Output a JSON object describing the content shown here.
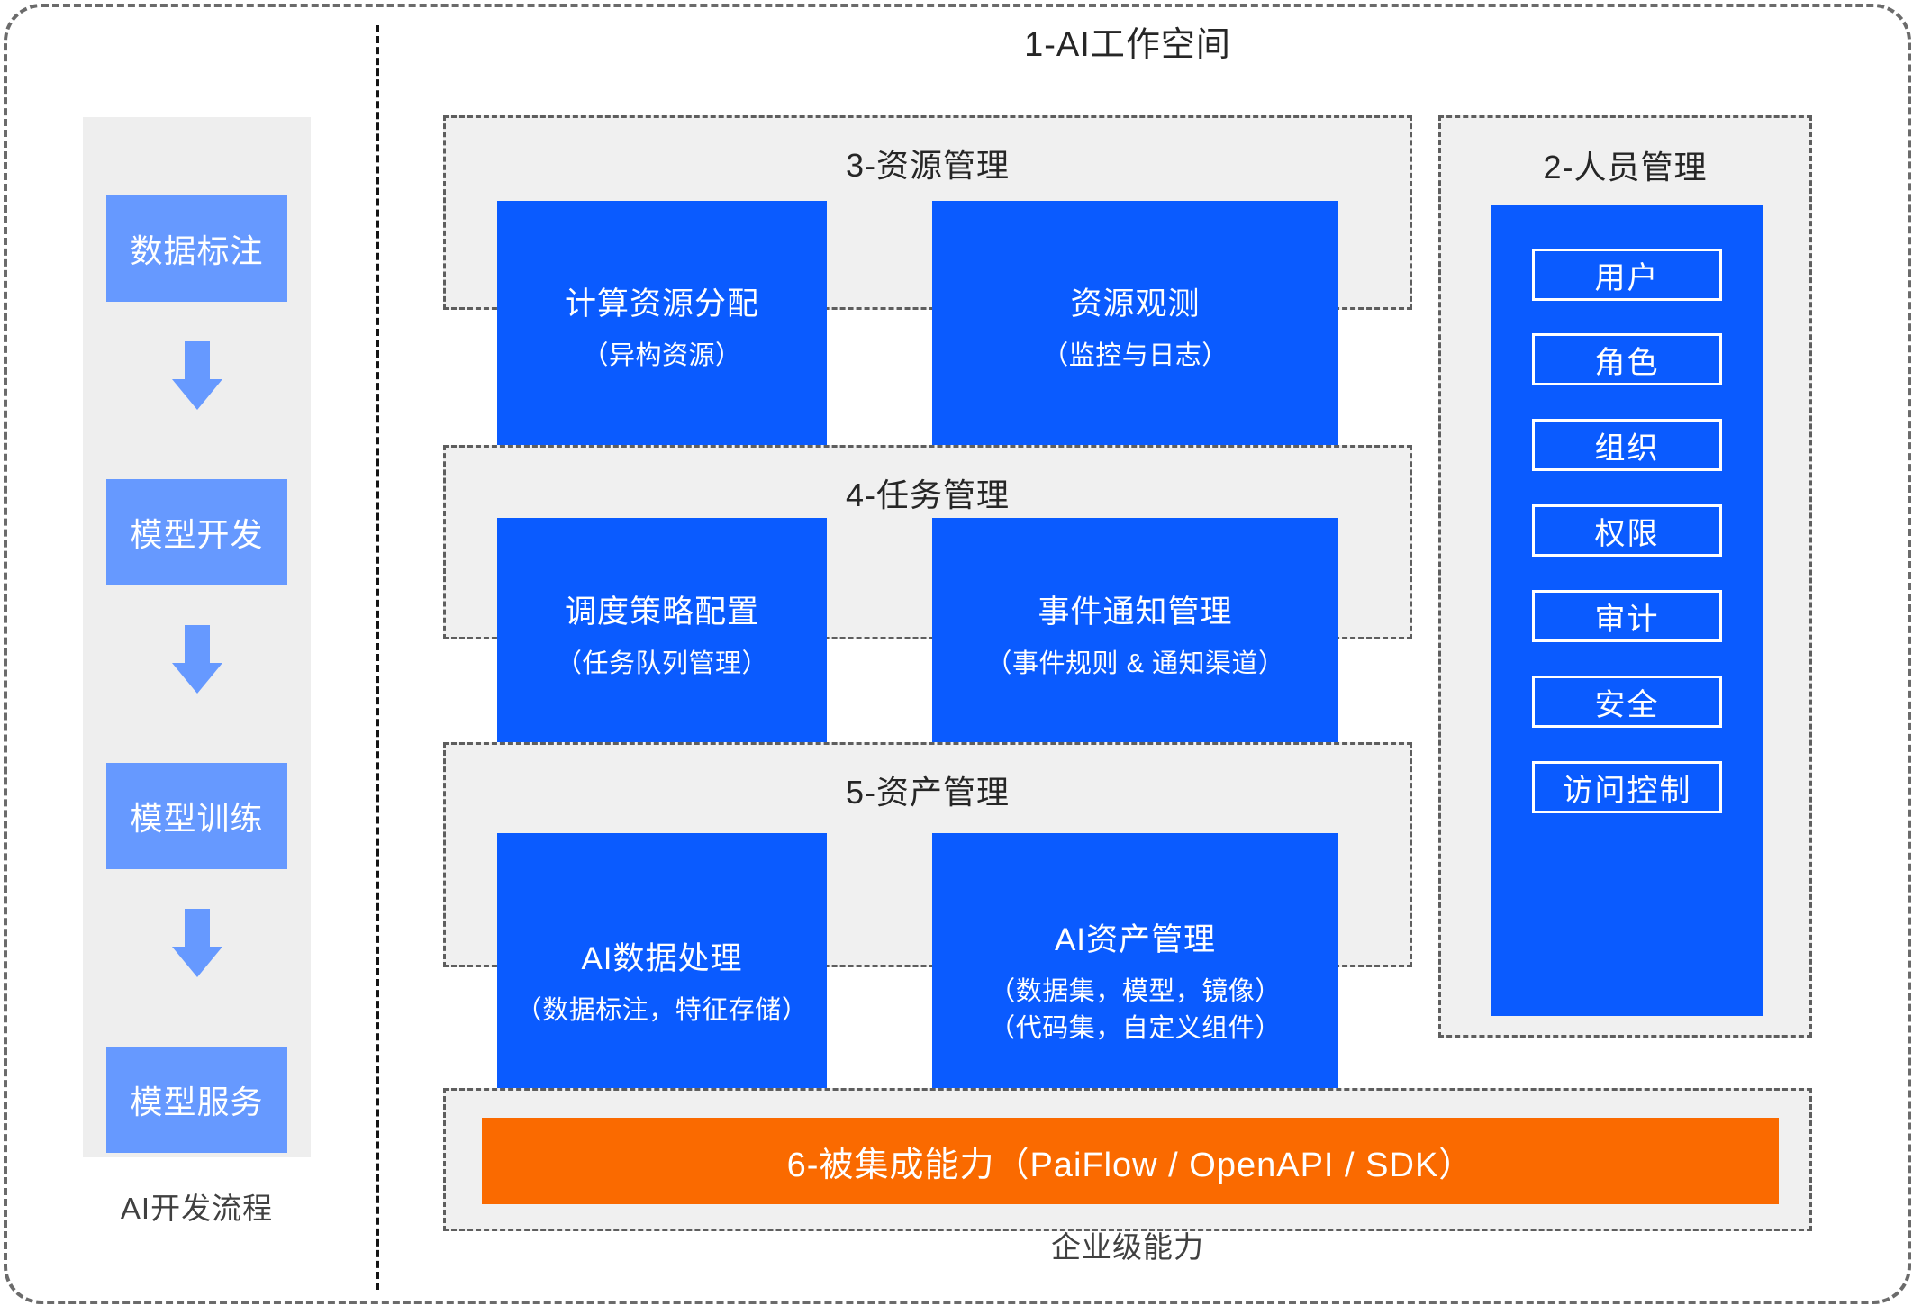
{
  "colors": {
    "accent_blue": "#0a5bff",
    "light_blue": "#6699ff",
    "orange": "#fa6a00",
    "panel_gray": "#f0f0f0",
    "column_gray": "#eeeeee",
    "dash_border": "#5e5e5e"
  },
  "workspace": {
    "title": "1-AI工作空间"
  },
  "flow": {
    "caption": "AI开发流程",
    "steps": [
      {
        "label": "数据标注"
      },
      {
        "label": "模型开发"
      },
      {
        "label": "模型训练"
      },
      {
        "label": "模型服务"
      }
    ],
    "arrow_icon": "arrow-down-icon"
  },
  "enterprise": {
    "caption": "企业级能力"
  },
  "panels": {
    "resource": {
      "title": "3-资源管理",
      "cards": [
        {
          "title": "计算资源分配",
          "sub1": "（异构资源）"
        },
        {
          "title": "资源观测",
          "sub1": "（监控与日志）"
        }
      ]
    },
    "task": {
      "title": "4-任务管理",
      "cards": [
        {
          "title": "调度策略配置",
          "sub1": "（任务队列管理）"
        },
        {
          "title": "事件通知管理",
          "sub1": "（事件规则 & 通知渠道）"
        }
      ]
    },
    "asset": {
      "title": "5-资产管理",
      "cards": [
        {
          "title": "AI数据处理",
          "sub1": "（数据标注，特征存储）"
        },
        {
          "title": "AI资产管理",
          "sub1": "（数据集，模型，镜像）",
          "sub2": "（代码集，自定义组件）"
        }
      ]
    },
    "people": {
      "title": "2-人员管理",
      "chips": [
        {
          "label": "用户"
        },
        {
          "label": "角色"
        },
        {
          "label": "组织"
        },
        {
          "label": "权限"
        },
        {
          "label": "审计"
        },
        {
          "label": "安全"
        },
        {
          "label": "访问控制"
        }
      ]
    },
    "integration": {
      "bar_label": "6-被集成能力（PaiFlow / OpenAPI / SDK）"
    }
  }
}
